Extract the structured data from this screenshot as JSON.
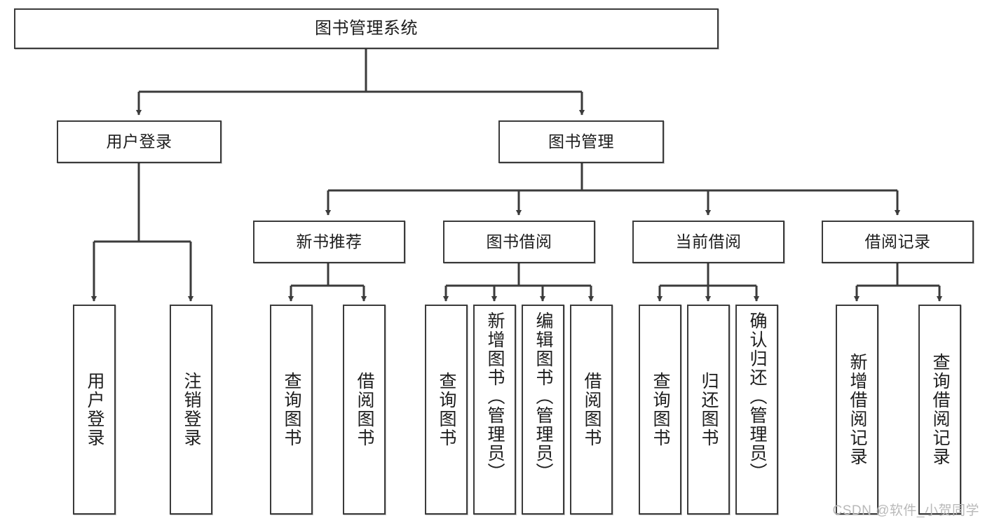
{
  "diagram": {
    "title": "图书管理系统",
    "watermark": "CSDN @软件_小贺同学",
    "line_color": "#3b3b3b",
    "box_fill": "#ffffff",
    "text_color": "#1d1d1d",
    "levels": {
      "root": {
        "label": "图书管理系统"
      },
      "level2": [
        {
          "label": "用户登录"
        },
        {
          "label": "图书管理"
        }
      ],
      "level3": [
        {
          "label": "新书推荐"
        },
        {
          "label": "图书借阅"
        },
        {
          "label": "当前借阅"
        },
        {
          "label": "借阅记录"
        }
      ],
      "leaves": {
        "user_login": [
          {
            "label": "用户登录"
          },
          {
            "label": "注销登录"
          }
        ],
        "new_book_recommend": [
          {
            "label": "查询图书"
          },
          {
            "label": "借阅图书"
          }
        ],
        "book_borrow": [
          {
            "label": "查询图书"
          },
          {
            "label": "新增图书（管理员）"
          },
          {
            "label": "编辑图书（管理员）"
          },
          {
            "label": "借阅图书"
          }
        ],
        "current_borrow": [
          {
            "label": "查询图书"
          },
          {
            "label": "归还图书"
          },
          {
            "label": "确认归还（管理员）"
          }
        ],
        "borrow_record": [
          {
            "label": "新增借阅记录"
          },
          {
            "label": "查询借阅记录"
          }
        ]
      }
    }
  }
}
